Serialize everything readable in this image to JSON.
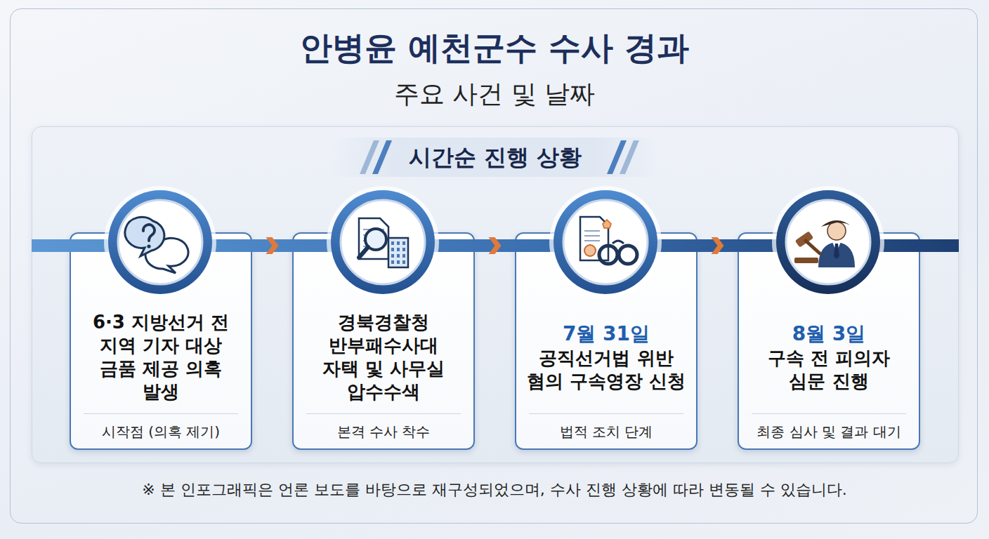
{
  "diagram": {
    "title": "안병윤 예천군수 수사 경과",
    "caption": "※ 본 인포그래픽은 언론 보도를 바탕으로 재구성되었으며, 수사 진행 상황에 따라 변동될 수 있습니다.",
    "nodes": [
      {
        "text": [
          "시간순 진행 상황"
        ]
      },
      {
        "text": [
          "6·3 지방선거 전 지역 기자 대상 금품 제공 의혹 발생",
          "시작점 (의혹 제기)"
        ],
        "in": 0
      },
      {
        "text": [
          "경북경찰청 반부패수사대 자택 및 사무실 압수수색",
          "본격 수사 착수"
        ],
        "in": 0
      },
      {
        "text": [
          "7월 31일",
          "공직선거법 위반 혐의 구속영장 신청",
          "법적 조치 단계"
        ],
        "in": 0
      },
      {
        "text": [
          "8월 3일",
          "구속 전 피의자 심문 진행",
          "최종 심사 및 결과 대기"
        ],
        "in": 0
      }
    ],
    "edges": [
      {
        "from": 1,
        "to": 2,
        "arrow": "to"
      },
      {
        "from": 2,
        "to": 3,
        "arrow": "to"
      },
      {
        "from": 3,
        "to": 4,
        "arrow": "to"
      }
    ],
    "labels": [
      "주요 사건 및 날짜"
    ]
  }
}
